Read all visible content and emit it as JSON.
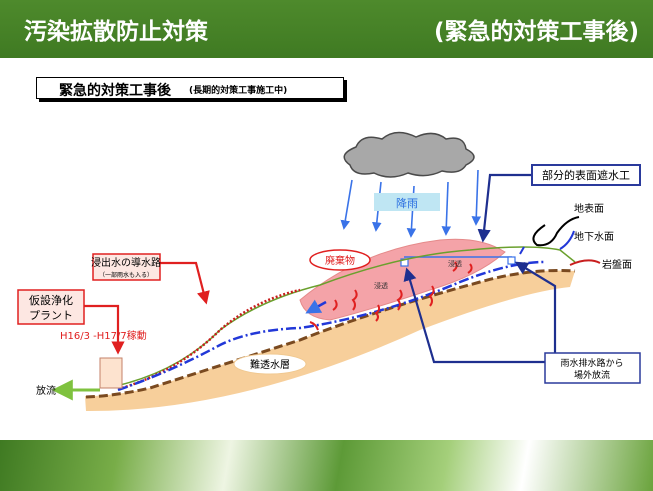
{
  "header": {
    "title_left": "汚染拡散防止対策",
    "title_right": "(緊急的対策工事後)"
  },
  "subtitle": {
    "main": "緊急的対策工事後",
    "sub": "(長期的対策工事施工中)"
  },
  "labels": {
    "rain": "降雨",
    "partial_cover": "部分的表面遮水工",
    "ground_surface": "地表面",
    "groundwater_surface": "地下水面",
    "bedrock_surface": "岩盤面",
    "waste": "廃棄物",
    "leachate_channel": "浸出水の導水路",
    "leachate_channel_note": "（一部雨水も入る）",
    "plant_line1": "仮設浄化",
    "plant_line2": "プラント",
    "operation_period": "H16/3  -H17/7稼動",
    "impermeable_layer": "難透水層",
    "discharge": "放流",
    "drain_line1": "雨水排水路から",
    "drain_line2": "場外放流",
    "seep_1": "浸透",
    "seep_2": "浸透"
  },
  "colors": {
    "header": "#437e25",
    "waste_fill": "#f4a3a8",
    "soil_fill": "#f7cf9b",
    "rain_arrow": "#3a73e8",
    "callout_border": "#2a3a9c",
    "leachate_red": "#e02020"
  }
}
